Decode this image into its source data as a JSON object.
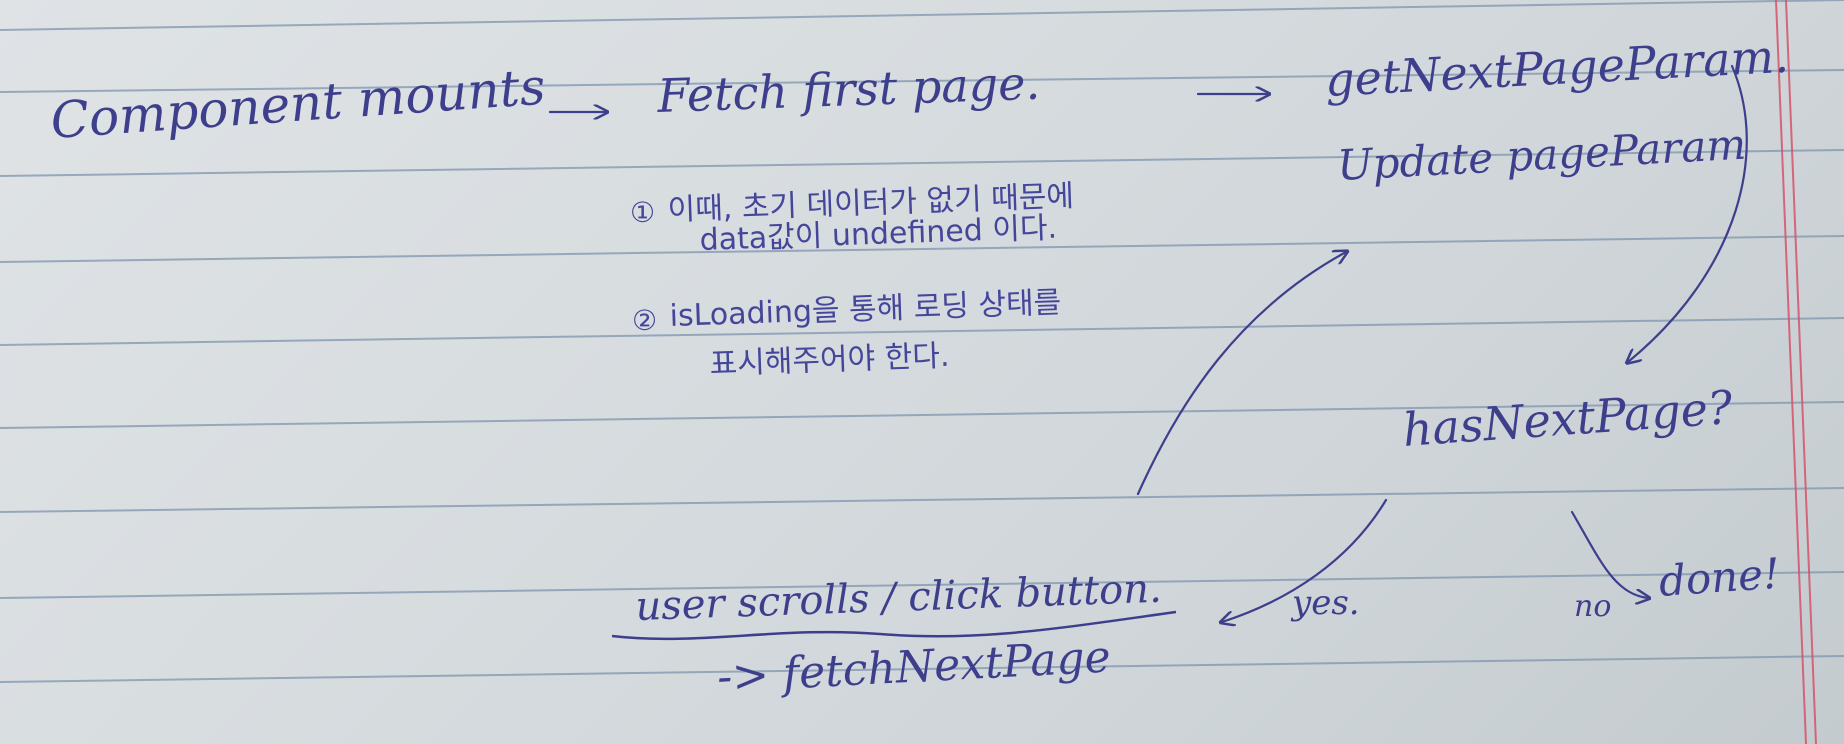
{
  "colors": {
    "ink": "#3e3f8c",
    "rule_line": "#7f95ad",
    "margin_line": "#d6536a",
    "paper": "#d9dee1"
  },
  "nodes": {
    "component_mounts": "Component mounts",
    "fetch_first_page": "Fetch first page.",
    "get_next_page_param": "getNextPageParam.",
    "update_page_param": "Update pageParam",
    "has_next_page": "hasNextPage?",
    "user_action": "user scrolls / click button.",
    "fetch_next_page": "-> fetchNextPage",
    "done": "done!"
  },
  "notes": {
    "note1_marker": "①",
    "note1_line1": "이때, 초기 데이터가 없기 때문에",
    "note1_line2": "data값이 undefined 이다.",
    "note2_marker": "②",
    "note2_line1": "isLoading을 통해 로딩 상태를",
    "note2_line2": "표시해주어야 한다."
  },
  "edge_labels": {
    "yes": "yes.",
    "no": "no"
  }
}
